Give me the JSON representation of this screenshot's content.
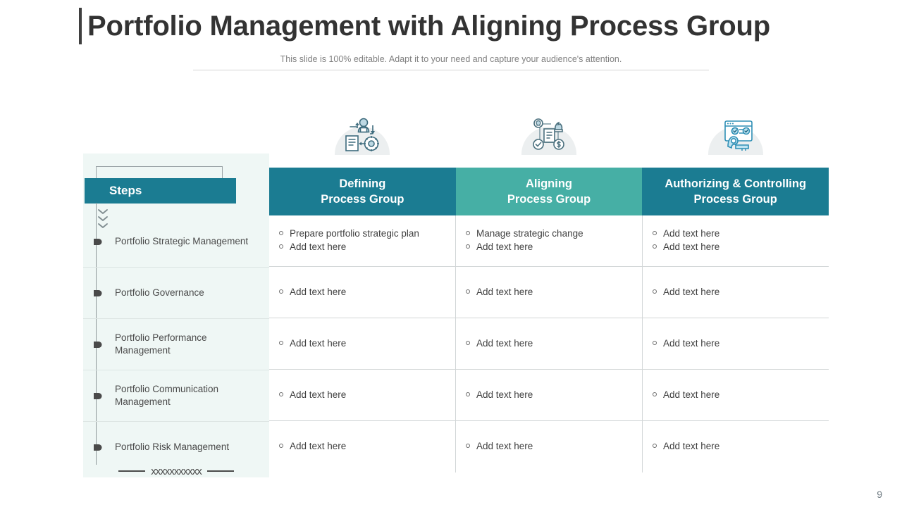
{
  "header": {
    "title": "Portfolio Management with Aligning Process Group",
    "subtitle": "This slide is 100% editable. Adapt it to your need and capture your audience's attention."
  },
  "colors": {
    "dark_teal": "#1B7C92",
    "light_teal": "#46AFA5",
    "panel_tint": "#EFF7F5",
    "title_text": "#333333",
    "body_text": "#3F3F3F",
    "subtitle_text": "#808080"
  },
  "icons": [
    {
      "name": "process-workflow-icon",
      "column": "Defining Process Group"
    },
    {
      "name": "strategy-alignment-icon",
      "column": "Aligning Process Group"
    },
    {
      "name": "authorization-key-icon",
      "column": "Authorizing & Controlling Process Group"
    }
  ],
  "steps_panel": {
    "badge_label": "Steps",
    "chevron_icon": "chevrons-down-icon",
    "footer_decoration": "xxxxxxxxxxx",
    "items": [
      {
        "label": "Portfolio Strategic Management"
      },
      {
        "label": "Portfolio Governance"
      },
      {
        "label": "Portfolio Performance Management"
      },
      {
        "label": "Portfolio Communication Management"
      },
      {
        "label": "Portfolio Risk Management"
      }
    ]
  },
  "matrix": {
    "columns": [
      {
        "line1": "Defining",
        "line2": "Process Group",
        "color": "#1B7C92"
      },
      {
        "line1": "Aligning",
        "line2": "Process Group",
        "color": "#46AFA5"
      },
      {
        "line1": "Authorizing & Controlling",
        "line2": "Process Group",
        "color": "#1B7C92"
      }
    ],
    "rows": [
      {
        "step": "Portfolio Strategic Management",
        "cells": [
          [
            "Prepare portfolio strategic plan",
            "Add text here"
          ],
          [
            "Manage strategic change",
            "Add text here"
          ],
          [
            "Add text here",
            "Add text here"
          ]
        ]
      },
      {
        "step": "Portfolio Governance",
        "cells": [
          [
            "Add text here"
          ],
          [
            "Add text here"
          ],
          [
            "Add text here"
          ]
        ]
      },
      {
        "step": "Portfolio Performance Management",
        "cells": [
          [
            "Add text here"
          ],
          [
            "Add text here"
          ],
          [
            "Add text here"
          ]
        ]
      },
      {
        "step": "Portfolio Communication Management",
        "cells": [
          [
            "Add text here"
          ],
          [
            "Add text here"
          ],
          [
            "Add text here"
          ]
        ]
      },
      {
        "step": "Portfolio Risk Management",
        "cells": [
          [
            "Add text here"
          ],
          [
            "Add text here"
          ],
          [
            "Add text here"
          ]
        ]
      }
    ]
  },
  "footer": {
    "page_number": "9"
  }
}
